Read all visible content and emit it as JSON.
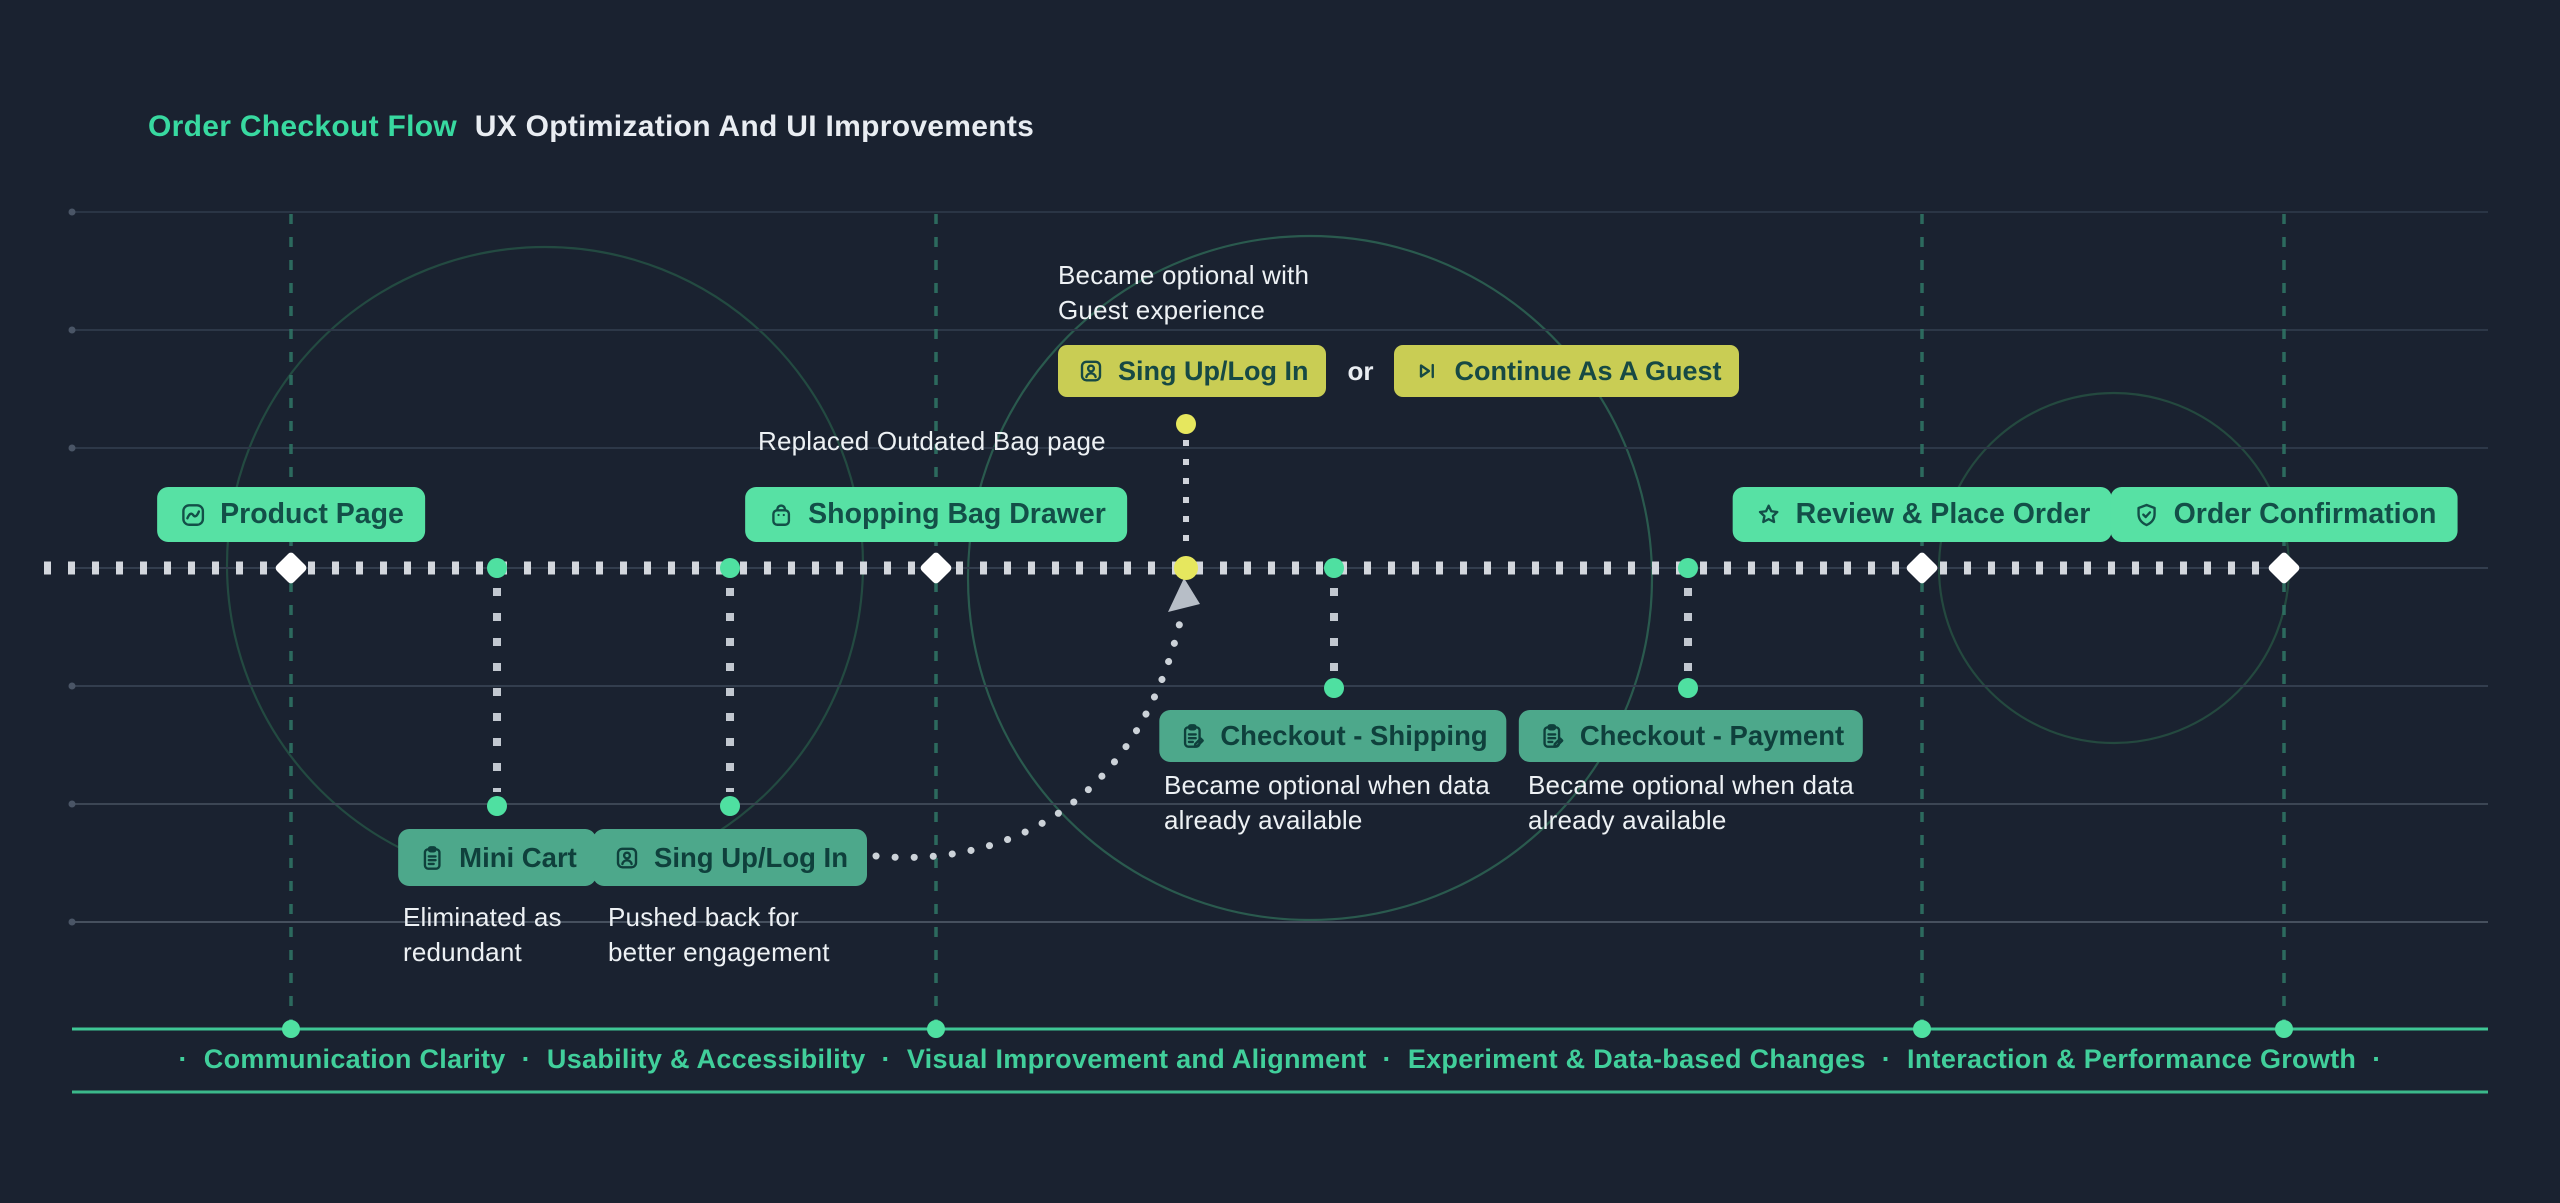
{
  "title": {
    "accent": "Order Checkout Flow",
    "rest": "UX Optimization And UI Improvements"
  },
  "nodes": {
    "product_page": {
      "label": "Product Page",
      "icon": "chart-icon"
    },
    "shopping_bag": {
      "label": "Shopping Bag Drawer",
      "icon": "bag-icon"
    },
    "review": {
      "label": "Review & Place Order",
      "icon": "star-icon"
    },
    "confirmation": {
      "label": "Order Confirmation",
      "icon": "shield-check-icon"
    },
    "mini_cart": {
      "label": "Mini Cart",
      "icon": "clipboard-icon"
    },
    "signup_mid": {
      "label": "Sing Up/Log In",
      "icon": "user-card-icon"
    },
    "checkout_shipping": {
      "label": "Checkout - Shipping",
      "icon": "clipboard-edit-icon"
    },
    "checkout_payment": {
      "label": "Checkout - Payment",
      "icon": "clipboard-edit-icon"
    },
    "signup_top": {
      "label": "Sing Up/Log In",
      "icon": "user-card-icon"
    },
    "guest": {
      "label": "Continue As A Guest",
      "icon": "skip-icon"
    },
    "or_label": "or"
  },
  "annotations": {
    "guest_note": {
      "line1": "Became optional with",
      "line2": "Guest experience"
    },
    "bag_note": {
      "line1": "Replaced Outdated Bag page",
      "line2": ""
    },
    "mini_cart_note": {
      "line1": "Eliminated as",
      "line2": "redundant"
    },
    "signup_note": {
      "line1": "Pushed back for",
      "line2": "better engagement"
    },
    "shipping_note": {
      "line1": "Became optional when data",
      "line2": "already available"
    },
    "payment_note": {
      "line1": "Became optional when data",
      "line2": "already available"
    }
  },
  "legend": {
    "separator": "·",
    "items": [
      "Communication Clarity",
      "Usability & Accessibility",
      "Visual Improvement and Alignment",
      "Experiment & Data-based Changes",
      "Interaction & Performance Growth"
    ]
  },
  "colors": {
    "background": "#1a2230",
    "mint_chip": "#57e1a4",
    "teal_chip": "#4da88b",
    "yellow_chip": "#c9cd54",
    "chip_text_dark": "#134f48",
    "accent_title": "#38d9a0",
    "legend_text": "#41cf9b",
    "axis_green": "#3fc795",
    "dot_green": "#4fe0a1",
    "dot_yellow": "#e6e75e",
    "timeline_dash": "#d3d7dd",
    "white_marker": "#ffffff"
  }
}
